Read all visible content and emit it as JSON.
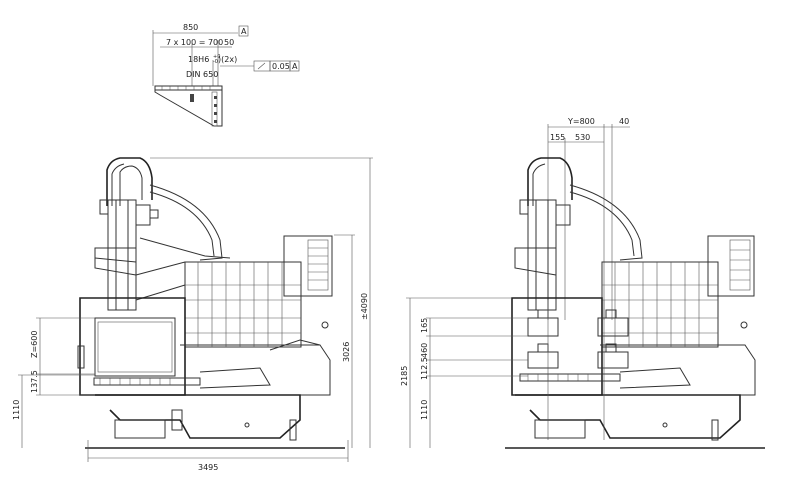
{
  "detail": {
    "dim_total": "850",
    "dim_spacing": "7 x 100 = 700",
    "dim_end": "50",
    "hole_tolerance": "18H6",
    "hole_tol_sup": "+0",
    "hole_tol_sub": "-0",
    "hole_count": ")(2x)",
    "flatness_value": "0.05",
    "datum": "A",
    "datum_box_top": "A",
    "din": "DIN 650"
  },
  "left_view": {
    "height_total": "±4090",
    "height_3026": "3026",
    "height_1110": "1110",
    "z_dim": "Z=600",
    "dim_137": "137.5",
    "width_total": "3495"
  },
  "right_view": {
    "y_dim": "Y=800",
    "dim_40": "40",
    "dim_155": "155",
    "dim_530": "530",
    "dim_165": "165",
    "dim_460": "460",
    "dim_112": "112.5",
    "height_2185": "2185",
    "height_1110": "1110"
  }
}
